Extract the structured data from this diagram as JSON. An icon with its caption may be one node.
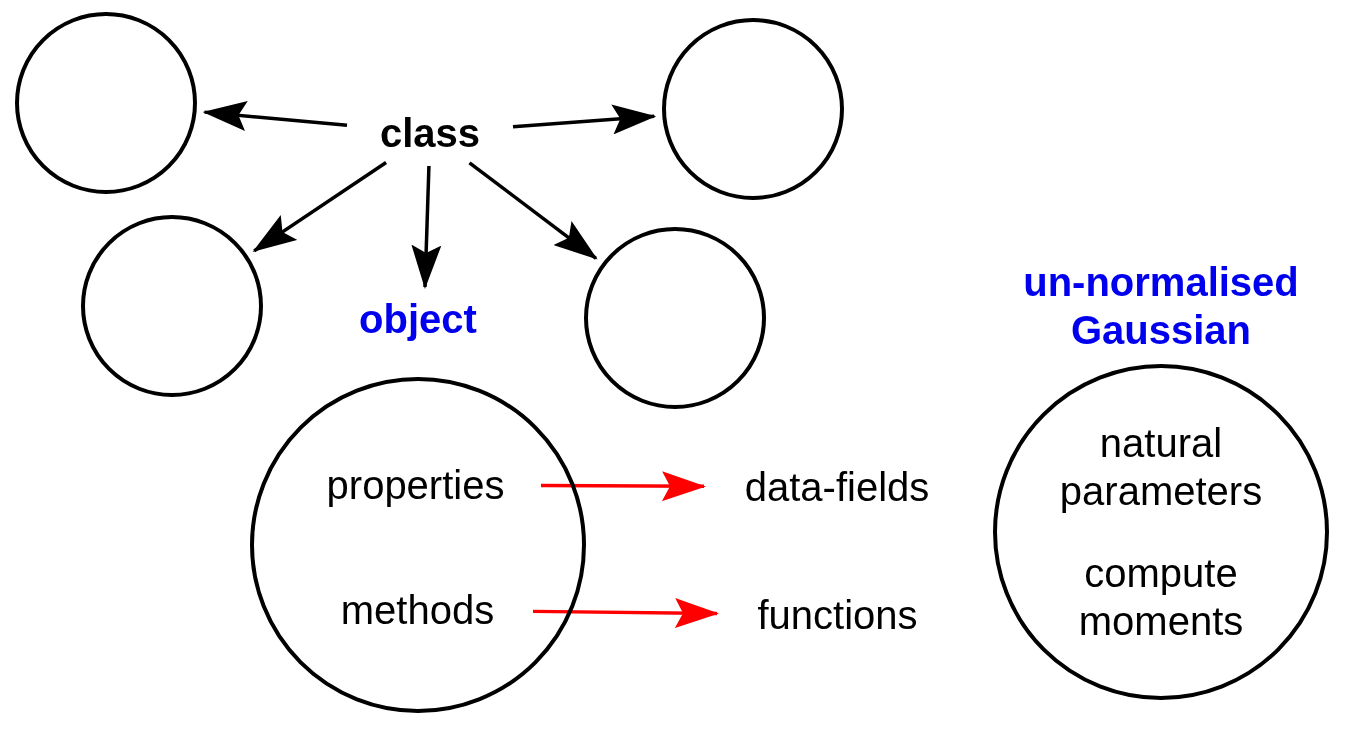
{
  "diagram": {
    "nodes": [
      {
        "text": [],
        "shape": "circle"
      },
      {
        "text": [
          "class"
        ]
      },
      {
        "text": [],
        "shape": "circle"
      },
      {
        "text": [],
        "shape": "circle"
      },
      {
        "text": [],
        "shape": "circle"
      },
      {
        "text": [
          "object"
        ]
      },
      {
        "text": [
          "properties"
        ],
        "in": 5
      },
      {
        "text": [
          "methods"
        ],
        "in": 5
      },
      {
        "text": [
          "data-fields"
        ]
      },
      {
        "text": [
          "functions"
        ]
      },
      {
        "text": [
          "un-normalised Gaussian",
          "natural parameters",
          "compute moments"
        ]
      }
    ],
    "edges": [
      {
        "from": 1,
        "to": 0,
        "arrow": "to"
      },
      {
        "from": 1,
        "to": 2,
        "arrow": "to"
      },
      {
        "from": 1,
        "to": 3,
        "arrow": "to"
      },
      {
        "from": 1,
        "to": 5,
        "arrow": "to"
      },
      {
        "from": 1,
        "to": 4,
        "arrow": "to"
      },
      {
        "from": 6,
        "to": 8,
        "arrow": "to",
        "color": "#ff0000"
      },
      {
        "from": 7,
        "to": 9,
        "arrow": "to",
        "color": "#ff0000"
      }
    ]
  }
}
